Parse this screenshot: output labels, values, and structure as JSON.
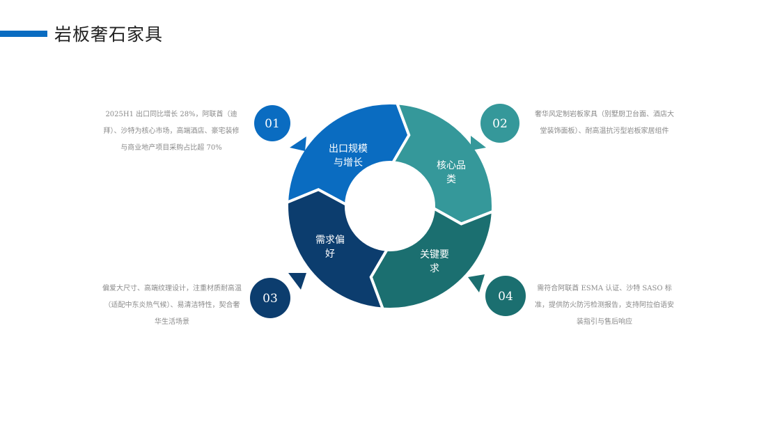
{
  "header": {
    "title": "岩板奢石家具"
  },
  "colors": {
    "blue": "#0a6cc1",
    "teal": "#35989a",
    "dark_teal": "#1b6f70",
    "navy": "#0c3d6e"
  },
  "segments": [
    {
      "number": "01",
      "label_lines": [
        "出口规模",
        "与增长"
      ],
      "desc": "2025H1 出口同比增长 28%，阿联酋（迪拜）、沙特为核心市场，高端酒店、豪宅装修与商业地产项目采购占比超 70%"
    },
    {
      "number": "02",
      "label_lines": [
        "核心品",
        "类"
      ],
      "desc": "奢华风定制岩板家具（别墅厨卫台面、酒店大堂装饰面板）、耐高温抗污型岩板家居组件"
    },
    {
      "number": "03",
      "label_lines": [
        "需求偏",
        "好"
      ],
      "desc": "偏爱大尺寸、高端纹理设计，注重材质耐高温（适配中东炎热气候）、易清洁特性，契合奢华生活场景"
    },
    {
      "number": "04",
      "label_lines": [
        "关键要",
        "求"
      ],
      "desc": "需符合阿联酋 ESMA 认证、沙特 SASO 标准，提供防火防污检测报告，支持阿拉伯语安装指引与售后响应"
    }
  ]
}
